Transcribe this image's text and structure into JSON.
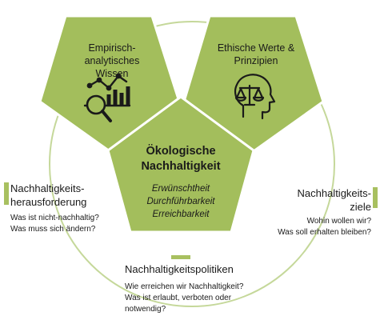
{
  "colors": {
    "pentagon_fill": "#a3be5c",
    "pentagon_stroke": "#ffffff",
    "circle": "#c5d89a",
    "accent_bar": "#a8c060",
    "icon": "#1a1a1a"
  },
  "pentagons": {
    "left": {
      "label": "Empirisch-analytisches Wissen",
      "icon": "chart-magnifier-icon"
    },
    "right": {
      "label": "Ethische Werte & Prinzipien",
      "icon": "head-scales-icon"
    },
    "center": {
      "title": "Ökologische Nachhaltigkeit",
      "properties": [
        "Erwünschtheit",
        "Durchführbarkeit",
        "Erreichbarkeit"
      ]
    }
  },
  "sections": {
    "left": {
      "title": "Nachhaltigkeits-herausforderung",
      "questions": [
        "Was ist nicht-nachhaltig?",
        "Was muss sich ändern?"
      ]
    },
    "right": {
      "title": "Nachhaltigkeits-ziele",
      "questions": [
        "Wohin wollen wir?",
        "Was soll erhalten bleiben?"
      ]
    },
    "bottom": {
      "title": "Nachhaltigkeitspolitiken",
      "questions": [
        "Wie erreichen wir Nachhaltigkeit?",
        "Was ist erlaubt, verboten oder notwendig?"
      ]
    }
  }
}
